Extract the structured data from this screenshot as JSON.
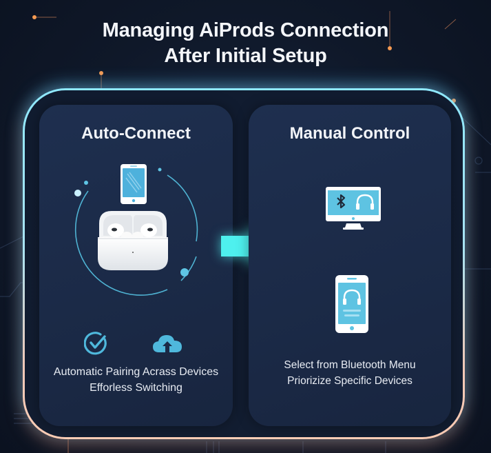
{
  "title": {
    "line1": "Managing AiProds Connection",
    "line2": "After Initial Setup"
  },
  "panels": [
    {
      "title": "Auto-Connect",
      "icons": [
        "phone-icon",
        "airpods-case-icon",
        "orbit-ring",
        "check-circle-icon",
        "cloud-upload-icon"
      ],
      "lines": [
        "Automatic Pairing Acrass Devices",
        "Efforless Switching"
      ]
    },
    {
      "title": "Manual Control",
      "icons": [
        "monitor-bluetooth-headphones-icon",
        "phone-headphones-icon"
      ],
      "lines": [
        "Select from Bluetooth Menu",
        "Priorizize Specific Devices"
      ]
    }
  ],
  "arrow": {
    "direction": "right",
    "color": "#4ef0ee"
  },
  "colors": {
    "background": "#0f1829",
    "panel": "#1c2b48",
    "frame_top": "#8fe9ff",
    "frame_bottom": "#ffcfb7",
    "accent_cyan": "#5cc3e0",
    "orange_node": "#f59a52"
  }
}
